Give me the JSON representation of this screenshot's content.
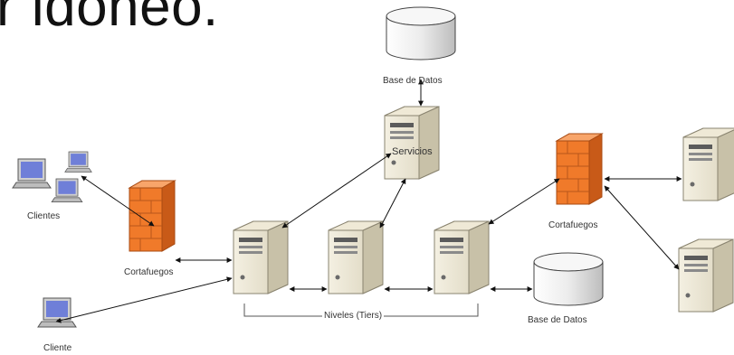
{
  "title_fragment": "r idóneo.",
  "labels": {
    "db_top": "Base de Datos",
    "services": "Servicios",
    "clients": "Clientes",
    "firewall_left": "Cortafuegos",
    "firewall_right": "Cortafuegos",
    "tiers": "Niveles (Tiers)",
    "db_bottom": "Base de Datos",
    "client_single": "Cliente"
  },
  "colors": {
    "server_body": "#e8e2cf",
    "server_side": "#b9b29b",
    "firewall": "#f07a2a",
    "monitor_screen": "#6f7fd8",
    "db": "#e6e6e6"
  }
}
